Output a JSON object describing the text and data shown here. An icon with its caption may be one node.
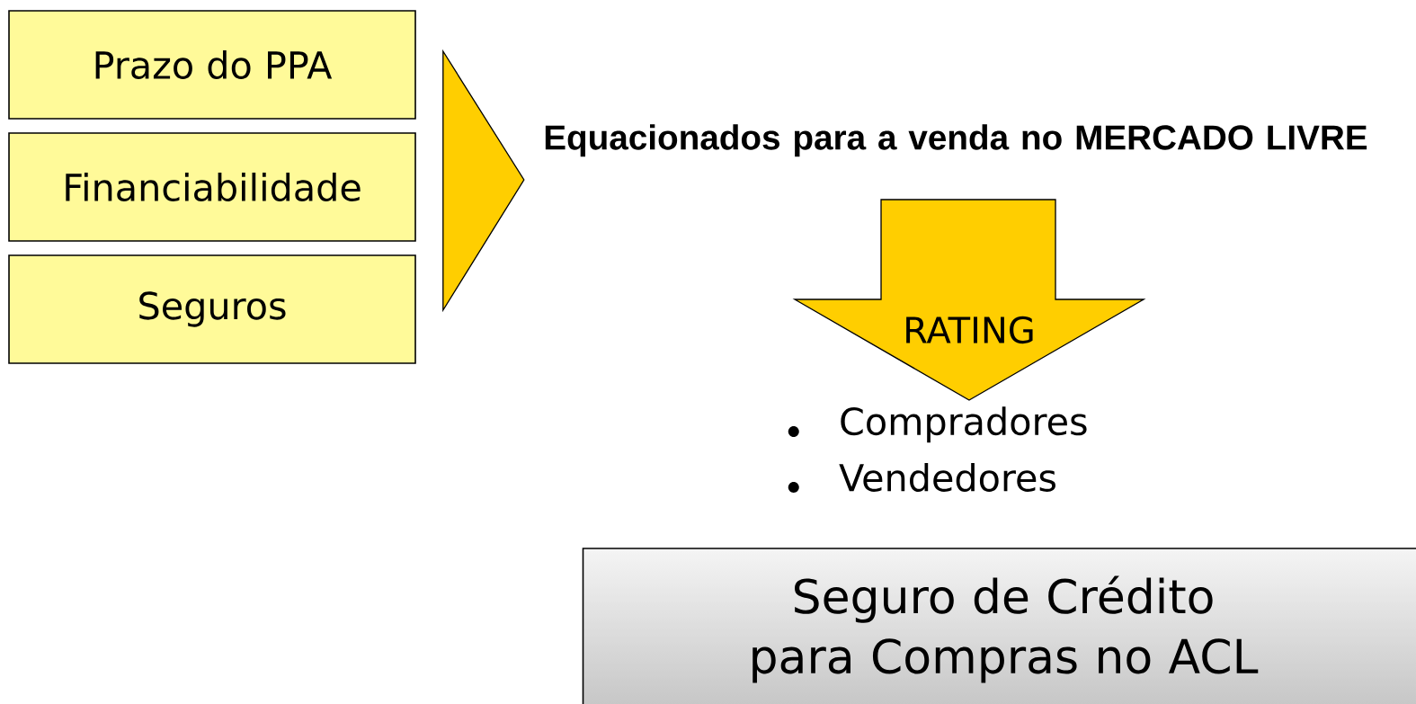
{
  "diagram": {
    "nodes": [
      {
        "text": [
          "Prazo do PPA"
        ]
      },
      {
        "text": [
          "Financiabilidade"
        ]
      },
      {
        "text": [
          "Seguros"
        ]
      },
      {
        "text": [
          "Equacionados para a venda no MERCADO LIVRE"
        ]
      },
      {
        "text": [
          "Compradores",
          "Vendedores"
        ]
      },
      {
        "text": [
          "Seguro de Crédito para Compras no ACL"
        ]
      }
    ],
    "edges": [
      {
        "from": 0,
        "to": 3,
        "arrow": "to"
      },
      {
        "from": 1,
        "to": 3,
        "arrow": "to"
      },
      {
        "from": 2,
        "to": 3,
        "arrow": "to"
      },
      {
        "from": 3,
        "to": 4,
        "arrow": "to",
        "label": "RATING"
      }
    ]
  }
}
